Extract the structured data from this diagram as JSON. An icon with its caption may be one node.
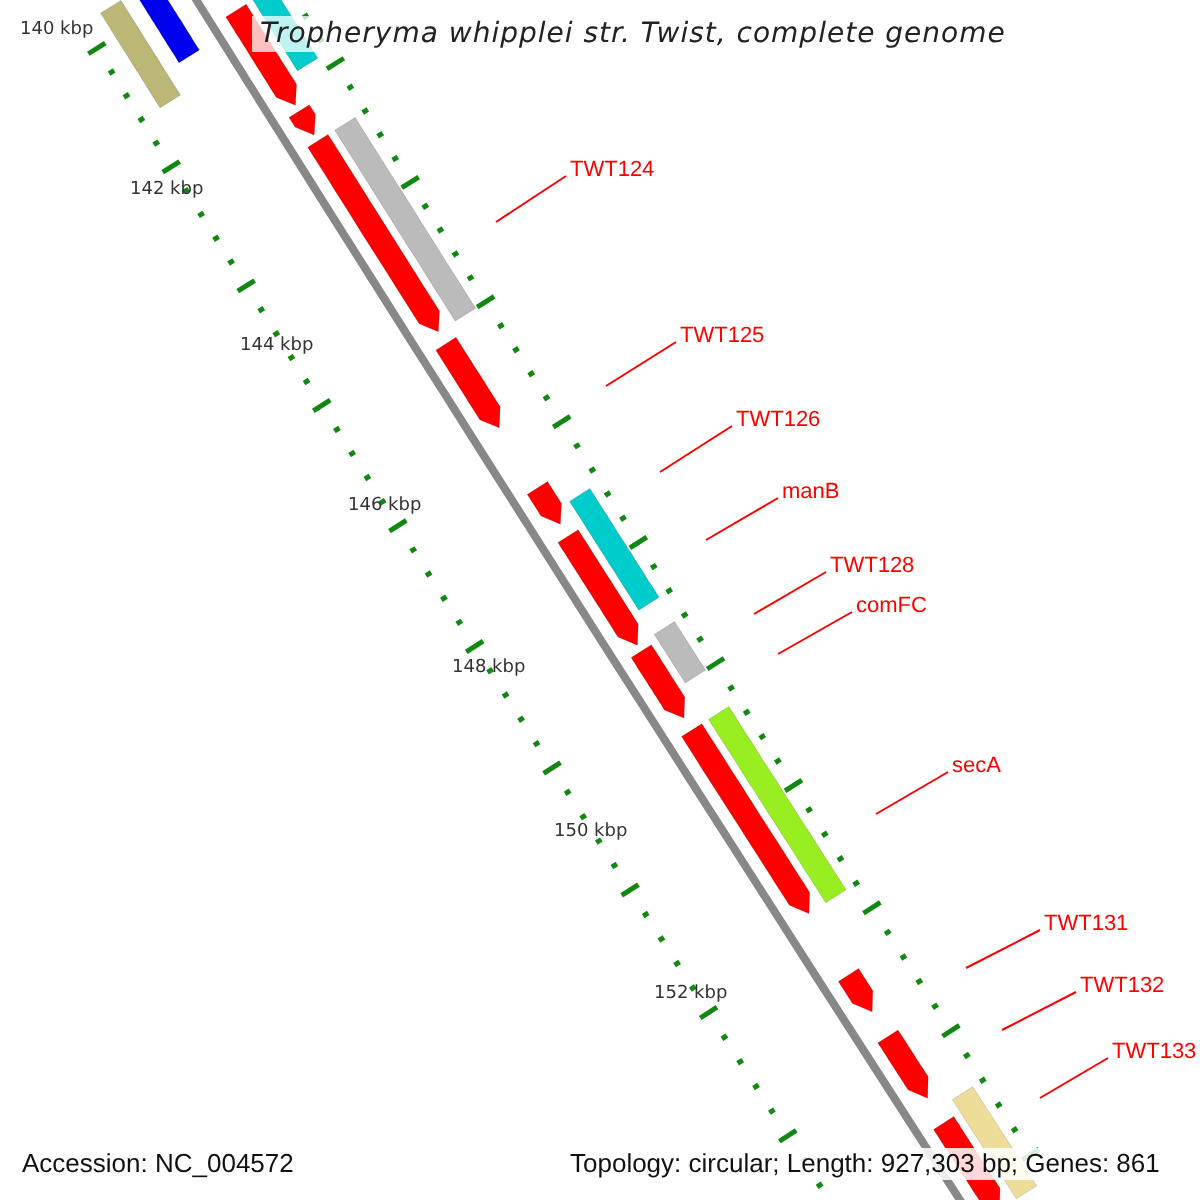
{
  "diagram": {
    "title": "Tropheryma whipplei str. Twist, complete genome",
    "nodes": [
      {
        "text": [
          "TWT124"
        ]
      },
      {
        "text": [
          "TWT125"
        ]
      },
      {
        "text": [
          "TWT126"
        ]
      },
      {
        "text": [
          "manB"
        ]
      },
      {
        "text": [
          "TWT128"
        ]
      },
      {
        "text": [
          "comFC"
        ]
      },
      {
        "text": [
          "secA"
        ]
      },
      {
        "text": [
          "TWT131"
        ]
      },
      {
        "text": [
          "TWT132"
        ]
      },
      {
        "text": [
          "TWT133"
        ]
      }
    ],
    "edges": [
      {
        "from": 0,
        "to": null,
        "arrow": "none"
      },
      {
        "from": 1,
        "to": null,
        "arrow": "none"
      },
      {
        "from": 2,
        "to": null,
        "arrow": "none"
      },
      {
        "from": 3,
        "to": null,
        "arrow": "none"
      },
      {
        "from": 4,
        "to": null,
        "arrow": "none"
      },
      {
        "from": 5,
        "to": null,
        "arrow": "none"
      },
      {
        "from": 6,
        "to": null,
        "arrow": "none"
      },
      {
        "from": 7,
        "to": null,
        "arrow": "none"
      },
      {
        "from": 8,
        "to": null,
        "arrow": "none"
      },
      {
        "from": 9,
        "to": null,
        "arrow": "none"
      }
    ],
    "labels": [
      "140 kbp",
      "142 kbp",
      "144 kbp",
      "146 kbp",
      "148 kbp",
      "150 kbp",
      "152 kbp",
      "Accession: NC_004572",
      "Topology: circular; Length: 927,303 bp; Genes: 861"
    ]
  }
}
